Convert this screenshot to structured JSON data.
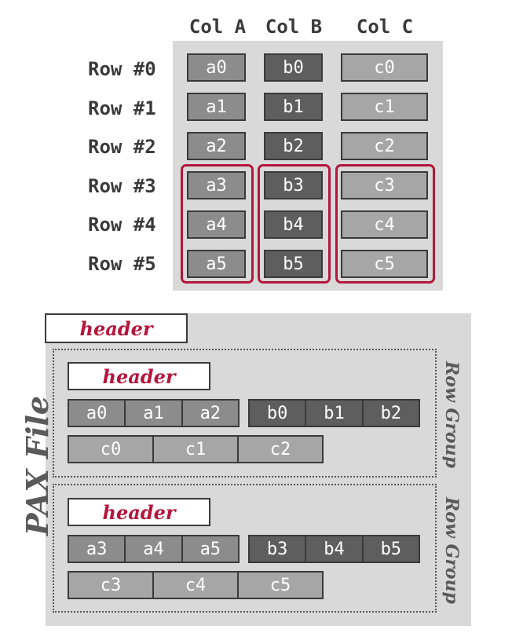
{
  "table": {
    "columns": [
      "Col A",
      "Col B",
      "Col C"
    ],
    "rows": [
      "Row #0",
      "Row #1",
      "Row #2",
      "Row #3",
      "Row #4",
      "Row #5"
    ],
    "cells": [
      [
        "a0",
        "b0",
        "c0"
      ],
      [
        "a1",
        "b1",
        "c1"
      ],
      [
        "a2",
        "b2",
        "c2"
      ],
      [
        "a3",
        "b3",
        "c3"
      ],
      [
        "a4",
        "b4",
        "c4"
      ],
      [
        "a5",
        "b5",
        "c5"
      ]
    ]
  },
  "pax_file": {
    "label": "PAX File",
    "file_header": "header",
    "row_groups": [
      {
        "label": "Row Group",
        "header": "header",
        "col_a": [
          "a0",
          "a1",
          "a2"
        ],
        "col_b": [
          "b0",
          "b1",
          "b2"
        ],
        "col_c": [
          "c0",
          "c1",
          "c2"
        ]
      },
      {
        "label": "Row Group",
        "header": "header",
        "col_a": [
          "a3",
          "a4",
          "a5"
        ],
        "col_b": [
          "b3",
          "b4",
          "b5"
        ],
        "col_c": [
          "c3",
          "c4",
          "c5"
        ]
      }
    ]
  },
  "colors": {
    "highlight": "#b5163b",
    "col_a": "#8c8c8c",
    "col_b": "#5e5e5e",
    "col_c": "#a6a6a6"
  }
}
